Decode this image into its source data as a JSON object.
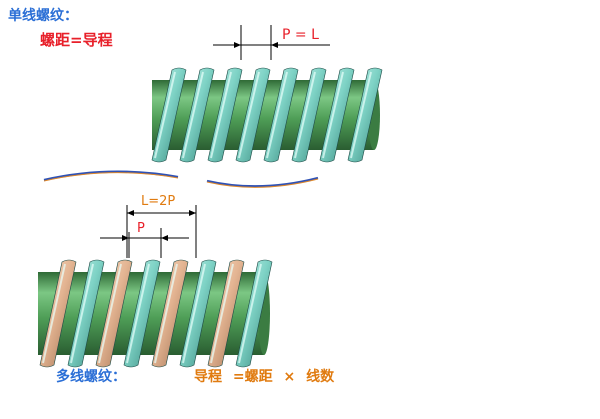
{
  "colors": {
    "blue_text": "#2b6fd6",
    "red_text": "#e8202a",
    "orange_text": "#e07b10",
    "shaft_green": "#4f9e57",
    "thread_teal": "#7fd3c6",
    "thread_tan": "#e4b593",
    "wave_blue": "#2f52b5",
    "wave_orange": "#e0892a"
  },
  "single": {
    "title": "单线螺纹：",
    "pitch_eq_lead": "螺距=导程",
    "dim_label": "P = L",
    "thread_count": 8
  },
  "multi": {
    "title": "多线螺纹：",
    "lead_label": "L=2P",
    "pitch_label": "P",
    "formula": {
      "lead": "导程",
      "eq_pitch": "=螺距",
      "times": "×",
      "lines": "线数"
    },
    "thread_count": 8
  }
}
